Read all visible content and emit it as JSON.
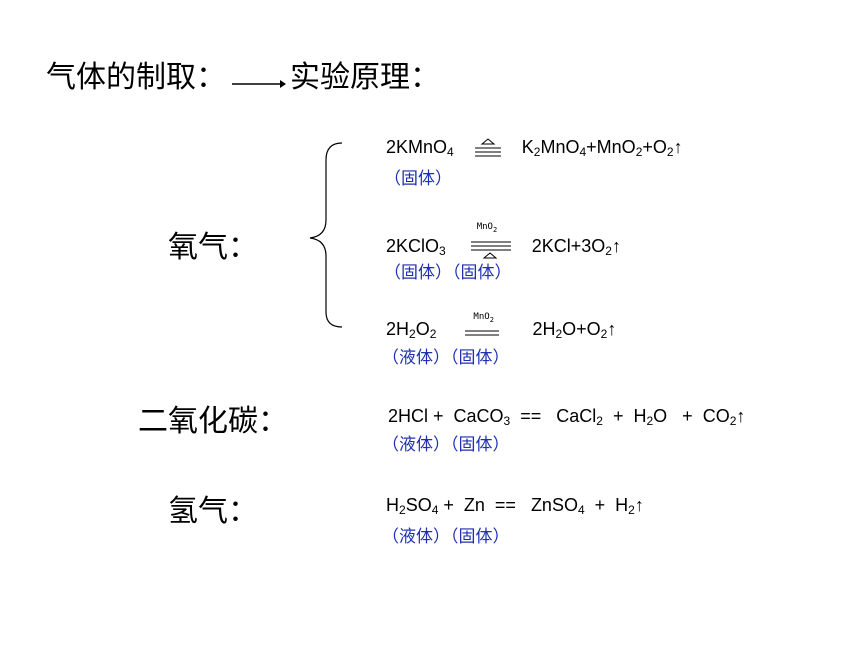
{
  "title": {
    "left": "气体的制取：",
    "right": "实验原理："
  },
  "oxygen": {
    "label": "氧气：",
    "reactions": [
      {
        "reactant": "2KMnO",
        "reactant_sub": "4",
        "condition": "heat",
        "p1": "K",
        "p1_sub1": "2",
        "p1b": "MnO",
        "p1_sub2": "4",
        "p2": "+MnO",
        "p2_sub": "2",
        "p3": "+O",
        "p3_sub": "2",
        "arrow": "↑",
        "state": "（固体）"
      },
      {
        "reactant": "2KClO",
        "reactant_sub": "3",
        "condition_top": "MnO",
        "condition_top_sub": "2",
        "product": "2KCl+3O",
        "product_sub": "2",
        "arrow": "↑",
        "state": "（固体）（固体）"
      },
      {
        "reactant": "2H",
        "reactant_sub1": "2",
        "reactant_b": "O",
        "reactant_sub2": "2",
        "condition_top": "MnO",
        "condition_top_sub": "2",
        "product": "2H",
        "product_sub": "2",
        "product_b": "O+O",
        "product_sub2": "2",
        "arrow": "↑",
        "state": "（液体）（固体）"
      }
    ]
  },
  "co2": {
    "label": "二氧化碳：",
    "eq": {
      "a": "2HCl +  CaCO",
      "a_sub": "3",
      "b": "  ==   CaCl",
      "b_sub": "2",
      "c": "  +  H",
      "c_sub": "2",
      "d": "O   +  CO",
      "d_sub": "2",
      "arrow": "↑"
    },
    "state": "（液体）（固体）"
  },
  "hydrogen": {
    "label": "氢气：",
    "eq": {
      "a": "H",
      "a_sub": "2",
      "b": "SO",
      "b_sub": "4",
      "c": " +  Zn  ==   ZnSO",
      "c_sub": "4",
      "d": "  +  H",
      "d_sub": "2",
      "arrow": "↑"
    },
    "state": "（液体）（固体）"
  }
}
